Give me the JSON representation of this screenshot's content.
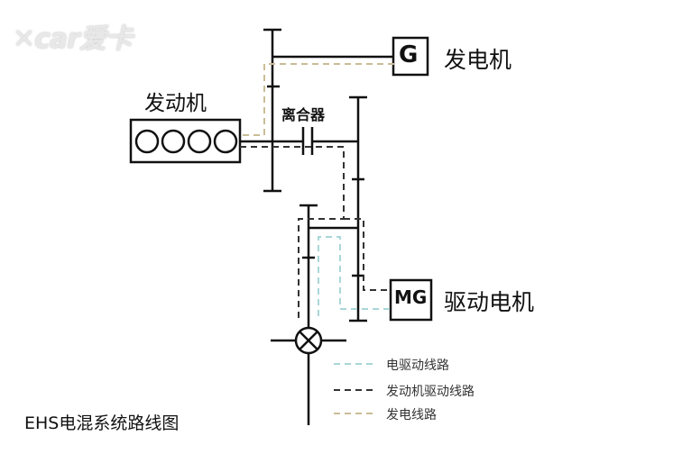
{
  "logo": {
    "text": "XCAR爱卡"
  },
  "components": {
    "generator_box": "G",
    "generator_label": "发电机",
    "engine_label": "发动机",
    "clutch_label": "离合器",
    "motor_box": "MG",
    "motor_label": "驱动电机"
  },
  "legend": [
    {
      "label": "电驱动线路",
      "color": "#a9d6d8"
    },
    {
      "label": "发动机驱动线路",
      "color": "#333333"
    },
    {
      "label": "发电线路",
      "color": "#c9bd96"
    }
  ],
  "title": "EHS电混系统路线图"
}
